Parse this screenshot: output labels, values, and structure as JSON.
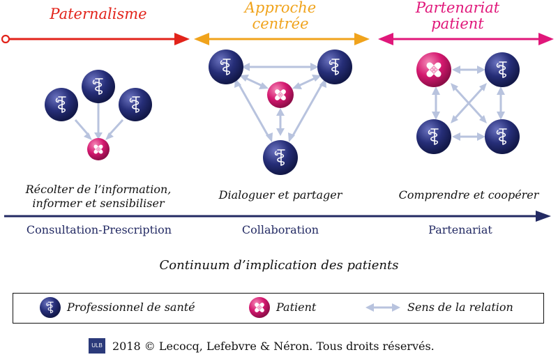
{
  "stages": [
    {
      "title": "Paternalisme",
      "color": "#e2231a",
      "description": [
        "Récolter de l’information,",
        "informer et sensibiliser"
      ],
      "phase": "Consultation-Prescription"
    },
    {
      "title": [
        "Approche",
        "centrée"
      ],
      "color": "#f0a31c",
      "description": [
        "Dialoguer et partager"
      ],
      "phase": "Collaboration"
    },
    {
      "title": [
        "Partenariat",
        "patient"
      ],
      "color": "#e0177a",
      "description": [
        "Comprendre et coopérer"
      ],
      "phase": "Partenariat"
    }
  ],
  "caption": "Continuum d’implication des patients",
  "legend": {
    "professional": "Professionnel de santé",
    "patient": "Patient",
    "relation": "Sens de la relation"
  },
  "footer": {
    "logo": "ULB",
    "text": "2018 © Lecocq, Lefebvre & Néron. Tous droits réservés."
  },
  "colors": {
    "professional_node": "#232a6e",
    "patient_node": "#d4186f",
    "relation_arrow": "#b8c3de",
    "continuum_arrow": "#232a63"
  },
  "icons": {
    "professional": "caduceus-icon",
    "patient": "bandage-icon"
  }
}
